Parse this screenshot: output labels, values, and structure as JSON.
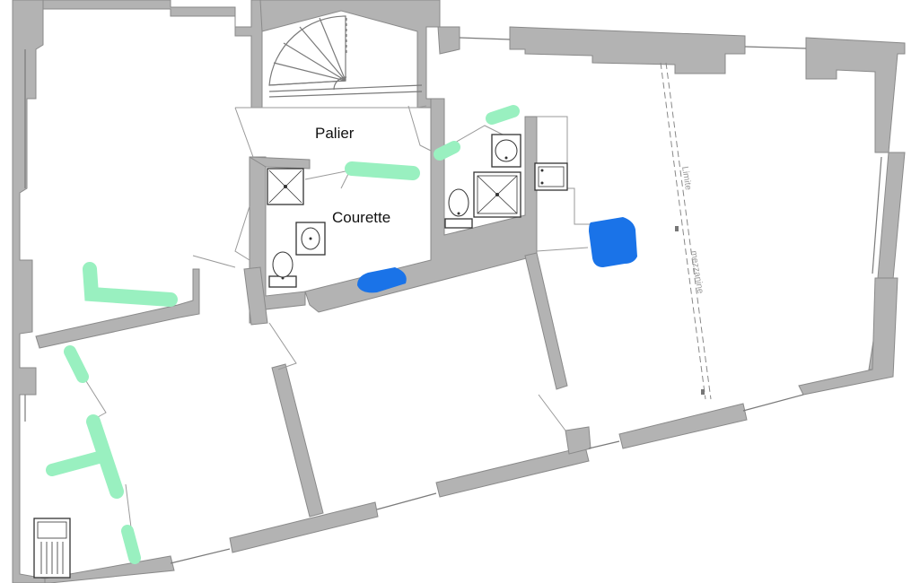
{
  "plan": {
    "rooms": {
      "palier": "Palier",
      "courette": "Courette"
    },
    "notes": {
      "limite": "Limite",
      "mezzanine": "mezzanine"
    },
    "colors": {
      "wall": "#b3b3b3",
      "proposed_wall": "#99f0c0",
      "proposed_fixture": "#1a73e8"
    },
    "icons": [
      "spiral-staircase-icon",
      "shower-icon",
      "sink-icon",
      "toilet-icon",
      "kitchen-sink-icon"
    ]
  }
}
